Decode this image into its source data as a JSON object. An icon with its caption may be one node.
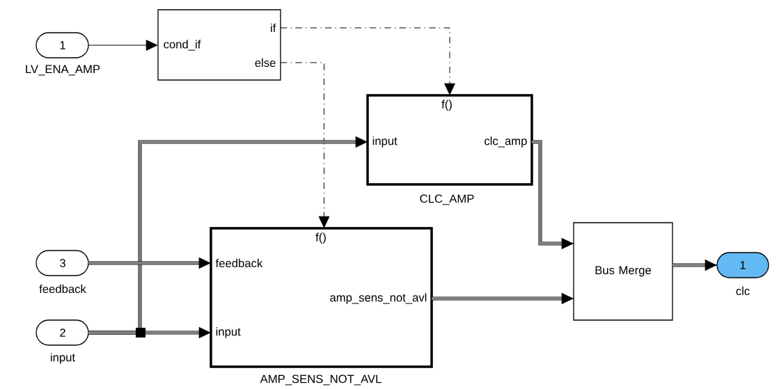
{
  "diagram": {
    "nodes": [
      {
        "text": [
          "1"
        ],
        "beside": [
          "LV_ENA_AMP"
        ]
      },
      {
        "text": [
          "cond_if",
          "if",
          "else"
        ]
      },
      {
        "text": [
          "f()",
          "input",
          "clc_amp"
        ],
        "beside": [
          "CLC_AMP"
        ]
      },
      {
        "text": [
          "3"
        ],
        "beside": [
          "feedback"
        ]
      },
      {
        "text": [
          "f()",
          "feedback",
          "input",
          "amp_sens_not_avl"
        ],
        "beside": [
          "AMP_SENS_NOT_AVL"
        ]
      },
      {
        "text": [
          "Bus Merge"
        ]
      },
      {
        "text": [
          "2"
        ],
        "beside": [
          "input"
        ]
      },
      {
        "text": [
          "1"
        ],
        "beside": [
          "clc"
        ]
      }
    ],
    "edges": [
      {
        "from": 0,
        "to": 1,
        "arrow": "to"
      },
      {
        "from": 1,
        "to": 2,
        "arrow": "to",
        "style": "dashed"
      },
      {
        "from": 1,
        "to": 4,
        "arrow": "to",
        "style": "dashed"
      },
      {
        "from": 6,
        "to": 2,
        "arrow": "to"
      },
      {
        "from": 3,
        "to": 4,
        "arrow": "to"
      },
      {
        "from": 6,
        "to": 4,
        "arrow": "to"
      },
      {
        "from": 2,
        "to": 5,
        "arrow": "to"
      },
      {
        "from": 4,
        "to": 5,
        "arrow": "to"
      },
      {
        "from": 5,
        "to": 7,
        "arrow": "to"
      }
    ]
  }
}
